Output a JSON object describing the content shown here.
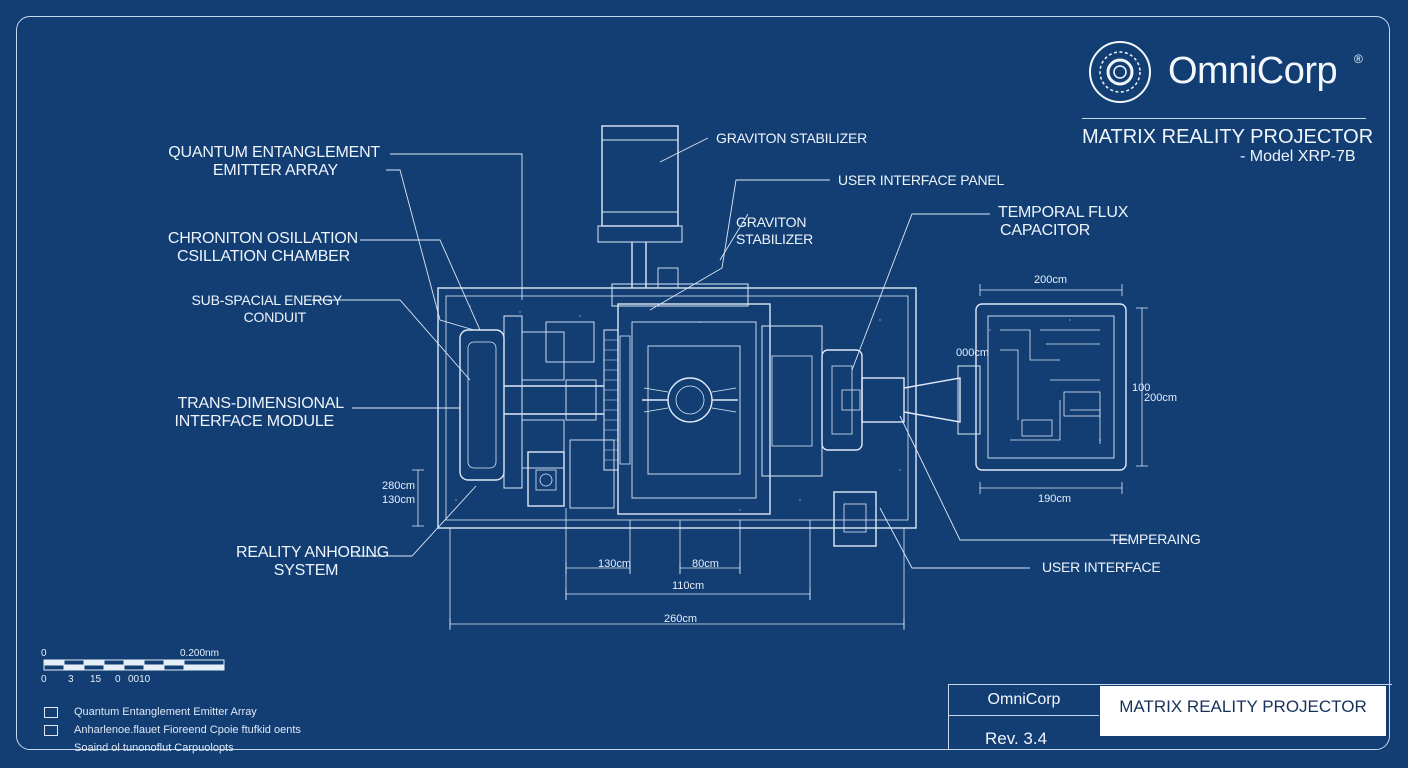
{
  "brand": {
    "name": "OmniCorp",
    "reg_mark": "®"
  },
  "header": {
    "title": "MATRIX REALITY PROJECTOR",
    "model": "- Model XRP-7B"
  },
  "labels": {
    "quantum_line1": "QUANTUM ENTANGLEMENT",
    "quantum_line2": "EMITTER ARRAY",
    "chroniton_line1": "CHRONITON OSILLATION",
    "chroniton_line2": "CSILLATION CHAMBER",
    "subspacial_line1": "SUB-SPACIAL ENERGY",
    "subspacial_line2": "CONDUIT",
    "trans_line1": "TRANS-DIMENSIONAL",
    "trans_line2": "INTERFACE MODULE",
    "reality_line1": "REALITY ANHORING",
    "reality_line2": "SYSTEM",
    "graviton_top": "GRAVITON STABILIZER",
    "user_panel": "USER INTERFACE PANEL",
    "graviton_mid_line1": "GRAVITON",
    "graviton_mid_line2": "STABILIZER",
    "temporal_line1": "TEMPORAL FLUX",
    "temporal_line2": "CAPACITOR",
    "tempering": "TEMPERAING",
    "user_interface": "USER INTERFACE"
  },
  "dimensions": {
    "left_top": "280cm",
    "left_bottom": "130cm",
    "d130": "130cm",
    "d80": "80cm",
    "d110": "110cm",
    "d260": "260cm",
    "right_top": "200cm",
    "right_left": "000cm",
    "right_side_a": "100",
    "right_side_b": "200cm",
    "right_bottom": "190cm"
  },
  "scale": {
    "start": "0",
    "end": "0.200nm",
    "ticks": [
      "0",
      "3",
      "15",
      "0",
      "0010"
    ]
  },
  "legend": [
    "Quantum Entanglement Emitter Array",
    "Anharlenoe.flauet Fioreend Cpoie ftufkid oents",
    "Soaind ol tunonoflut Carpuolopts"
  ],
  "title_block": {
    "company": "OmniCorp",
    "revision": "Rev. 3.4",
    "title": "MATRIX REALITY PROJECTOR"
  },
  "colors": {
    "background": "#123e74",
    "line": "#dfe8f4"
  }
}
